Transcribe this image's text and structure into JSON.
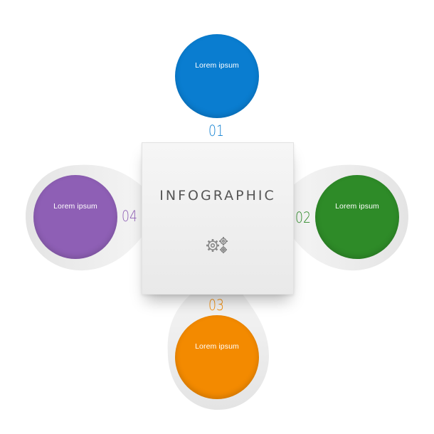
{
  "infographic": {
    "title": "INFOGRAPHIC",
    "center_icon": "gears-icon",
    "steps": [
      {
        "number": "01",
        "label": "Lorem ipsum",
        "color": "#0a7dd0"
      },
      {
        "number": "02",
        "label": "Lorem ipsum",
        "color": "#2e8b28"
      },
      {
        "number": "03",
        "label": "Lorem ipsum",
        "color": "#f38a00"
      },
      {
        "number": "04",
        "label": "Lorem ipsum",
        "color": "#8e5fb5"
      }
    ]
  }
}
